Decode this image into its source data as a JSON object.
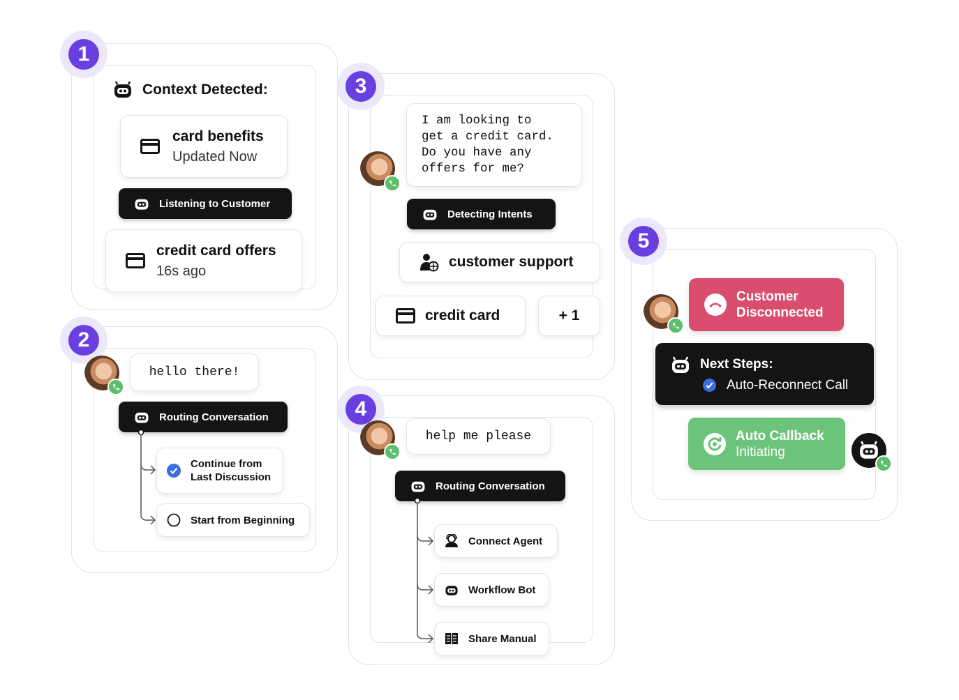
{
  "panel1": {
    "step": "1",
    "title": "Context Detected:",
    "card1": {
      "title": "card benefits",
      "subtitle": "Updated Now"
    },
    "status": "Listening to Customer",
    "card2": {
      "title": "credit card offers",
      "subtitle": "16s ago"
    }
  },
  "panel2": {
    "step": "2",
    "message": "hello there!",
    "status": "Routing Conversation",
    "options": [
      {
        "label_line1": "Continue from",
        "label_line2": "Last Discussion",
        "selected": true
      },
      {
        "label": "Start from Beginning",
        "selected": false
      }
    ]
  },
  "panel3": {
    "step": "3",
    "message_lines": [
      "I am looking to",
      "get a credit card.",
      "Do you have any",
      "offers for me?"
    ],
    "status": "Detecting Intents",
    "intent1": "customer support",
    "intent2": "credit card",
    "more": "+ 1"
  },
  "panel4": {
    "step": "4",
    "message": "help me please",
    "status": "Routing Conversation",
    "routes": [
      "Connect Agent",
      "Workflow Bot",
      "Share Manual"
    ]
  },
  "panel5": {
    "step": "5",
    "disconnected_line1": "Customer",
    "disconnected_line2": "Disconnected",
    "next_steps_title": "Next Steps:",
    "next_step": "Auto-Reconnect Call",
    "callback_line1": "Auto Callback",
    "callback_line2": "Initiating"
  },
  "colors": {
    "accent": "#6a3fe0",
    "dark": "#141414",
    "danger": "#d94e6e",
    "success": "#6cc47a",
    "check": "#3b6fe0"
  },
  "icons": [
    "bot-icon",
    "credit-card-icon",
    "phone-icon",
    "check-circle-icon",
    "radio-icon",
    "agent-icon",
    "manual-icon",
    "hangup-icon",
    "callback-icon",
    "support-icon"
  ]
}
